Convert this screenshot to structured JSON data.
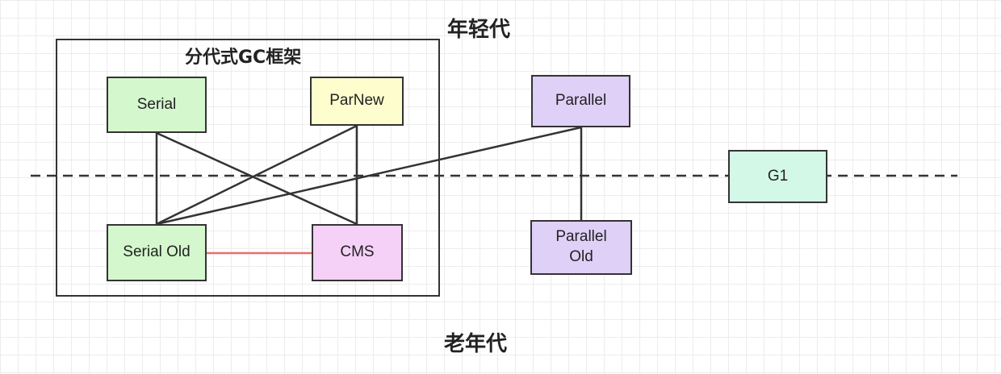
{
  "labels": {
    "young_gen": "年轻代",
    "old_gen": "老年代",
    "framework": "分代式GC框架"
  },
  "nodes": {
    "serial": {
      "label": "Serial",
      "color": "#d4f7cd"
    },
    "parnew": {
      "label": "ParNew",
      "color": "#fefdcd"
    },
    "parallel": {
      "label": "Parallel",
      "color": "#dfd0f8"
    },
    "serial_old": {
      "label": "Serial Old",
      "color": "#d4f7cd"
    },
    "cms": {
      "label": "CMS",
      "color": "#f5d0f7"
    },
    "parallel_old": {
      "label": "Parallel\nOld",
      "color": "#dfd0f8"
    },
    "g1": {
      "label": "G1",
      "color": "#d4f8e8"
    }
  },
  "edges": [
    {
      "from": "Serial",
      "to": "Serial Old",
      "color": "#333333"
    },
    {
      "from": "Serial",
      "to": "CMS",
      "color": "#333333"
    },
    {
      "from": "ParNew",
      "to": "Serial Old",
      "color": "#333333"
    },
    {
      "from": "ParNew",
      "to": "CMS",
      "color": "#333333"
    },
    {
      "from": "Parallel",
      "to": "Serial Old",
      "color": "#333333"
    },
    {
      "from": "Parallel",
      "to": "Parallel Old",
      "color": "#333333"
    },
    {
      "from": "Serial Old",
      "to": "CMS",
      "color": "#e8706a"
    }
  ]
}
